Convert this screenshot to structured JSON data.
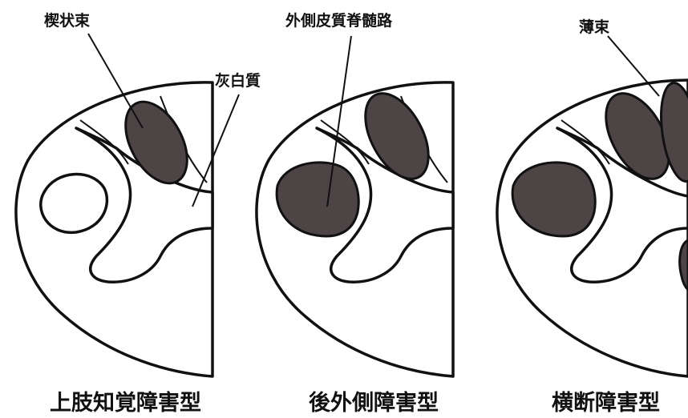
{
  "panels": [
    {
      "caption": "上肢知覚障害型",
      "labels": {
        "cuneate": "楔状束",
        "gray_matter": "灰白質"
      }
    },
    {
      "caption": "後外側障害型",
      "labels": {
        "spinothalamic": "外側皮質脊髄路"
      }
    },
    {
      "caption": "横断障害型",
      "labels": {
        "gracile": "薄束"
      }
    }
  ],
  "colors": {
    "lesion": "#4d4446",
    "lesion_light": "#5c5254",
    "line": "#111111",
    "background": "#ffffff"
  }
}
